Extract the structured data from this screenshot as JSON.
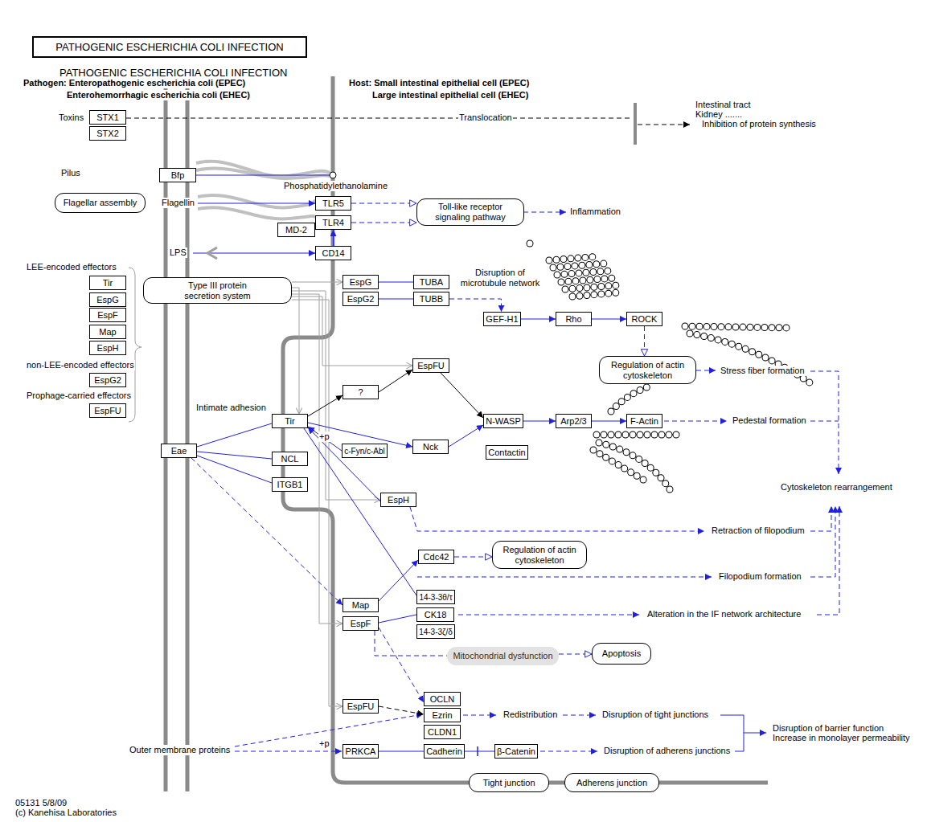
{
  "diagram": {
    "title": "PATHOGENIC ESCHERICHIA COLI INFECTION",
    "nodes": [
      {
        "text": [
          "STX1"
        ]
      },
      {
        "text": [
          "STX2"
        ]
      },
      {
        "text": [
          "Bfp"
        ]
      },
      {
        "text": [
          "Flagellar assembly"
        ]
      },
      {
        "text": [
          "TLR5"
        ]
      },
      {
        "text": [
          "TLR4"
        ]
      },
      {
        "text": [
          "MD-2"
        ]
      },
      {
        "text": [
          "CD14"
        ]
      },
      {
        "text": [
          "Toll-like receptor signaling pathway"
        ]
      },
      {
        "text": [
          "Tir"
        ]
      },
      {
        "text": [
          "EspG"
        ]
      },
      {
        "text": [
          "EspF"
        ]
      },
      {
        "text": [
          "Map"
        ]
      },
      {
        "text": [
          "EspH"
        ]
      },
      {
        "text": [
          "EspG2"
        ]
      },
      {
        "text": [
          "EspFU"
        ]
      },
      {
        "text": [
          "Type III protein secretion system"
        ]
      },
      {
        "text": [
          "EspG"
        ]
      },
      {
        "text": [
          "EspG2"
        ]
      },
      {
        "text": [
          "TUBA"
        ]
      },
      {
        "text": [
          "TUBB"
        ]
      },
      {
        "text": [
          "GEF-H1"
        ]
      },
      {
        "text": [
          "Rho"
        ]
      },
      {
        "text": [
          "ROCK"
        ]
      },
      {
        "text": [
          "Regulation of actin cytoskeleton"
        ]
      },
      {
        "text": [
          "EspFU"
        ]
      },
      {
        "text": [
          "?"
        ]
      },
      {
        "text": [
          "Tir"
        ]
      },
      {
        "text": [
          "N-WASP"
        ]
      },
      {
        "text": [
          "Arp2/3"
        ]
      },
      {
        "text": [
          "F-Actin"
        ]
      },
      {
        "text": [
          "Eae"
        ]
      },
      {
        "text": [
          "c-Fyn/c-Abl"
        ]
      },
      {
        "text": [
          "Nck"
        ]
      },
      {
        "text": [
          "Contactin"
        ]
      },
      {
        "text": [
          "NCL"
        ]
      },
      {
        "text": [
          "ITGB1"
        ]
      },
      {
        "text": [
          "EspH"
        ]
      },
      {
        "text": [
          "Cdc42"
        ]
      },
      {
        "text": [
          "Regulation of actin cytoskeleton"
        ]
      },
      {
        "text": [
          "Map"
        ]
      },
      {
        "text": [
          "14-3-3θ/τ"
        ]
      },
      {
        "text": [
          "CK18"
        ]
      },
      {
        "text": [
          "14-3-3ζ/δ"
        ]
      },
      {
        "text": [
          "EspF"
        ]
      },
      {
        "text": [
          "Mitochondrial dysfunction"
        ]
      },
      {
        "text": [
          "Apoptosis"
        ]
      },
      {
        "text": [
          "EspFU"
        ]
      },
      {
        "text": [
          "OCLN"
        ]
      },
      {
        "text": [
          "Ezrin"
        ]
      },
      {
        "text": [
          "CLDN1"
        ]
      },
      {
        "text": [
          "PRKCA"
        ]
      },
      {
        "text": [
          "Cadherin"
        ]
      },
      {
        "text": [
          "β-Catenin"
        ]
      },
      {
        "text": [
          "Tight junction"
        ]
      },
      {
        "text": [
          "Adherens junction"
        ]
      }
    ],
    "edges": [
      {
        "from": 4,
        "to": 8,
        "arrow": "to"
      },
      {
        "from": 5,
        "to": 8,
        "arrow": "to"
      },
      {
        "from": 7,
        "to": 5,
        "arrow": "to"
      },
      {
        "from": 16,
        "to": 17,
        "arrow": "to"
      },
      {
        "from": 16,
        "to": 25,
        "arrow": "to"
      },
      {
        "from": 16,
        "to": 27,
        "arrow": "to"
      },
      {
        "from": 16,
        "to": 37,
        "arrow": "to"
      },
      {
        "from": 16,
        "to": 44,
        "arrow": "to"
      },
      {
        "from": 16,
        "to": 47,
        "arrow": "to"
      },
      {
        "from": 17,
        "to": 19,
        "arrow": "none"
      },
      {
        "from": 18,
        "to": 20,
        "arrow": "none"
      },
      {
        "from": 20,
        "to": 21,
        "arrow": "to"
      },
      {
        "from": 21,
        "to": 22,
        "arrow": "to"
      },
      {
        "from": 22,
        "to": 23,
        "arrow": "to"
      },
      {
        "from": 23,
        "to": 24,
        "arrow": "to"
      },
      {
        "from": 26,
        "to": 25,
        "arrow": "to"
      },
      {
        "from": 27,
        "to": 26,
        "arrow": "to"
      },
      {
        "from": 25,
        "to": 28,
        "arrow": "to"
      },
      {
        "from": 27,
        "to": 33,
        "arrow": "to"
      },
      {
        "from": 33,
        "to": 28,
        "arrow": "to"
      },
      {
        "from": 28,
        "to": 29,
        "arrow": "to"
      },
      {
        "from": 29,
        "to": 30,
        "arrow": "to"
      },
      {
        "from": 31,
        "to": 27,
        "arrow": "none"
      },
      {
        "from": 31,
        "to": 35,
        "arrow": "none"
      },
      {
        "from": 31,
        "to": 36,
        "arrow": "none"
      },
      {
        "from": 31,
        "to": 40,
        "arrow": "to"
      },
      {
        "from": 32,
        "to": 27,
        "arrow": "to",
        "label": "+p"
      },
      {
        "from": 37,
        "to": 27,
        "arrow": "to"
      },
      {
        "from": 27,
        "to": 41,
        "arrow": "none"
      },
      {
        "from": 40,
        "to": 38,
        "arrow": "to"
      },
      {
        "from": 38,
        "to": 39,
        "arrow": "to"
      },
      {
        "from": 44,
        "to": 42,
        "arrow": "none"
      },
      {
        "from": 44,
        "to": 45,
        "arrow": "none"
      },
      {
        "from": 45,
        "to": 46,
        "arrow": "to"
      },
      {
        "from": 44,
        "to": 48,
        "arrow": "to"
      },
      {
        "from": 47,
        "to": 49,
        "arrow": "to"
      },
      {
        "from": 51,
        "to": 52,
        "arrow": "none"
      },
      {
        "from": 52,
        "to": 53,
        "arrow": "none"
      }
    ],
    "labels": [
      "PATHOGENIC ESCHERICHIA COLI INFECTION",
      "Pathogen: Enteropathogenic escherichia coli (EPEC)",
      "Enterohemorrhagic escherichia coli (EHEC)",
      "Host: Small intestinal epithelial cell (EPEC)",
      "Large intestinal epithelial cell (EHEC)",
      "Toxins",
      "Translocation",
      "Intestinal tract",
      "Kidney .......",
      "Inhibition of protein synthesis",
      "Pilus",
      "Phosphatidylethanolamine",
      "Flagellin",
      "LPS",
      "Inflammation",
      "LEE-encoded effectors",
      "Disruption of microtubule network",
      "non-LEE-encoded effectors",
      "Stress fiber formation",
      "Prophage-carried effectors",
      "Intimate adhesion",
      "Pedestal formation",
      "Cytoskeleton rearrangement",
      "Retraction of filopodium",
      "Filopodium formation",
      "Alteration in the IF network architecture",
      "Redistribution",
      "Disruption of tight junctions",
      "Disruption of barrier function",
      "Increase in monolayer permeability",
      "+p",
      "Outer membrane proteins",
      "Disruption of adherens junctions",
      "05131 5/8/09",
      "(c) Kanehisa Laboratories"
    ]
  }
}
